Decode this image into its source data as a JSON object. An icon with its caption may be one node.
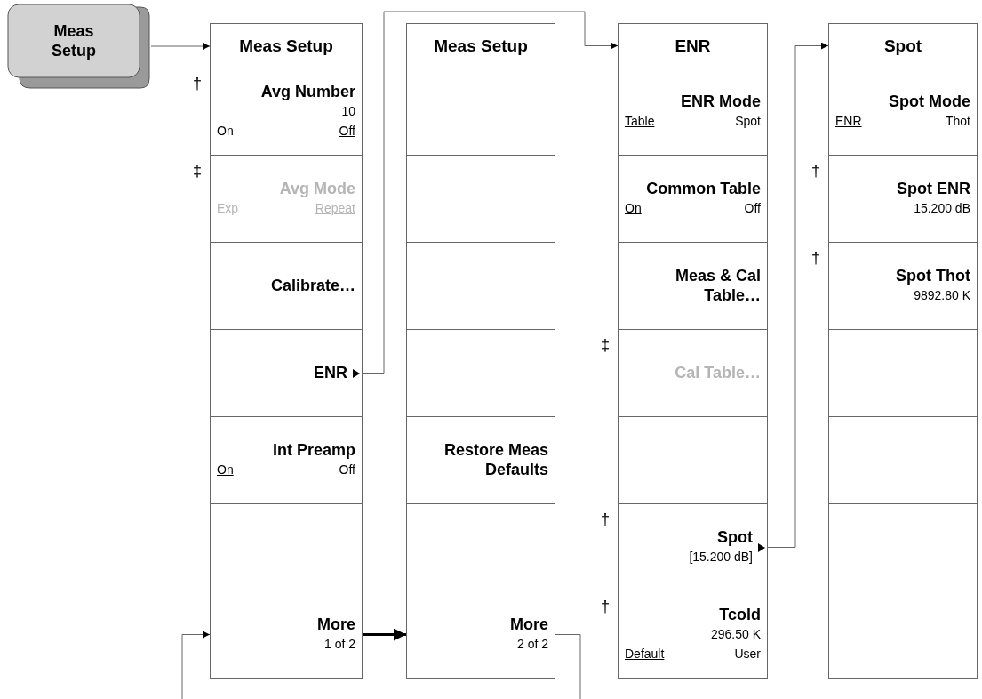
{
  "diagram": {
    "nodes": [
      {
        "text": [
          "Meas Setup"
        ]
      },
      {
        "text": [
          "Meas Setup"
        ]
      },
      {
        "text": [
          "Avg Number",
          "10",
          "On",
          "Off"
        ],
        "beside": [
          "†"
        ]
      },
      {
        "text": [
          "Avg Mode",
          "Exp",
          "Repeat"
        ],
        "beside": [
          "‡"
        ]
      },
      {
        "text": [
          "Calibrate…"
        ]
      },
      {
        "text": [
          "ENR"
        ]
      },
      {
        "text": [
          "Int Preamp",
          "On",
          "Off"
        ]
      },
      {
        "text": [],
        "shape": "box"
      },
      {
        "text": [
          "More",
          "1 of 2"
        ]
      },
      {
        "text": [
          "Meas Setup"
        ]
      },
      {
        "text": [],
        "shape": "box"
      },
      {
        "text": [],
        "shape": "box"
      },
      {
        "text": [],
        "shape": "box"
      },
      {
        "text": [],
        "shape": "box"
      },
      {
        "text": [
          "Restore Meas Defaults"
        ]
      },
      {
        "text": [],
        "shape": "box"
      },
      {
        "text": [
          "More",
          "2 of 2"
        ]
      },
      {
        "text": [
          "ENR"
        ]
      },
      {
        "text": [
          "ENR Mode",
          "Table",
          "Spot"
        ]
      },
      {
        "text": [
          "Common Table",
          "On",
          "Off"
        ]
      },
      {
        "text": [
          "Meas & Cal Table…"
        ]
      },
      {
        "text": [
          "Cal Table…"
        ],
        "beside": [
          "‡"
        ]
      },
      {
        "text": [],
        "shape": "box"
      },
      {
        "text": [
          "Spot",
          "[15.200 dB]"
        ],
        "beside": [
          "†"
        ]
      },
      {
        "text": [
          "Tcold",
          "296.50 K",
          "Default",
          "User"
        ],
        "beside": [
          "†"
        ]
      },
      {
        "text": [
          "Spot"
        ]
      },
      {
        "text": [
          "Spot Mode",
          "ENR",
          "Thot"
        ]
      },
      {
        "text": [
          "Spot ENR",
          "15.200 dB"
        ],
        "beside": [
          "†"
        ]
      },
      {
        "text": [
          "Spot Thot",
          "9892.80 K"
        ],
        "beside": [
          "†"
        ]
      },
      {
        "text": [],
        "shape": "box"
      },
      {
        "text": [],
        "shape": "box"
      },
      {
        "text": [],
        "shape": "box"
      },
      {
        "text": [],
        "shape": "box"
      }
    ],
    "edges": [
      {
        "from": 0,
        "to": 1,
        "arrow": "to"
      },
      {
        "from": 5,
        "to": 17,
        "arrow": "to"
      },
      {
        "from": 8,
        "to": 16,
        "arrow": "to",
        "style": "thick",
        "color": "#000000"
      },
      {
        "from": 16,
        "to": null,
        "arrow": "none"
      },
      {
        "from": null,
        "to": 8,
        "arrow": "to"
      },
      {
        "from": 23,
        "to": 25,
        "arrow": "to"
      }
    ]
  }
}
